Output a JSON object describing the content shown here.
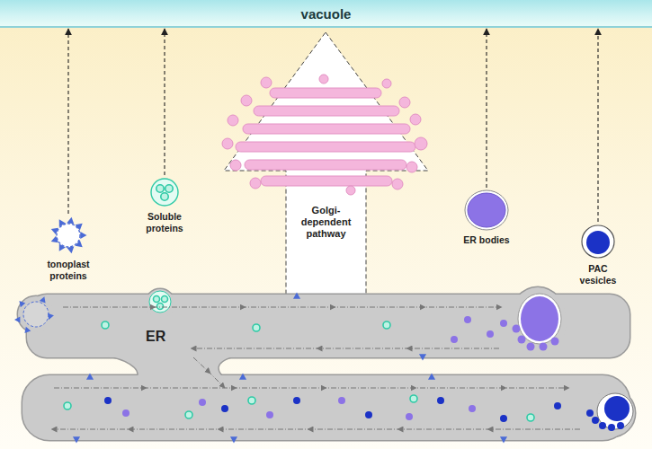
{
  "diagram": {
    "nodes": [
      {
        "text": [
          "vacuole"
        ]
      },
      {
        "text": [
          "tonoplast proteins"
        ]
      },
      {
        "text": [
          "Soluble proteins"
        ]
      },
      {
        "text": [
          "Golgi-dependent pathway"
        ]
      },
      {
        "text": [
          "ER bodies"
        ]
      },
      {
        "text": [
          "PAC vesicles"
        ]
      },
      {
        "text": [
          "ER"
        ]
      }
    ],
    "edges": [
      {
        "from": 1,
        "to": 0,
        "arrow": "to"
      },
      {
        "from": 2,
        "to": 0,
        "arrow": "to"
      },
      {
        "from": 4,
        "to": 0,
        "arrow": "to"
      },
      {
        "from": 5,
        "to": 0,
        "arrow": "to"
      }
    ]
  }
}
